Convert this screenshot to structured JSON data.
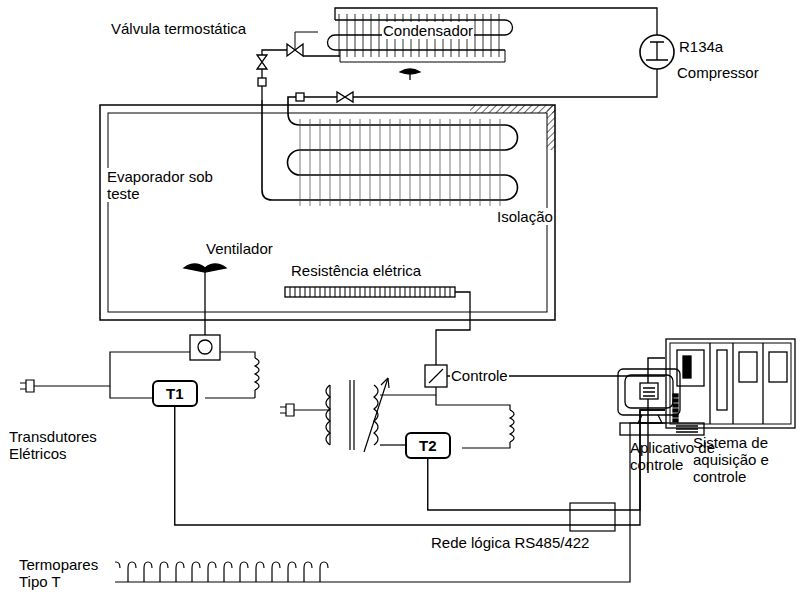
{
  "diagram": {
    "nodes": [
      {
        "text": [
          "T1"
        ]
      },
      {
        "text": [
          "T2"
        ]
      },
      {
        "text": [
          "Sistema de aquisição e controle"
        ]
      },
      {
        "text": [
          "Aplicativo de controle"
        ]
      }
    ],
    "edges": [
      {
        "from": 0,
        "to": 2,
        "arrow": "none"
      },
      {
        "from": 1,
        "to": 2,
        "arrow": "none"
      },
      {
        "from": 3,
        "to": 2,
        "arrow": "none"
      }
    ],
    "labels": [
      "Válvula termostática",
      "Condensador",
      "R134a",
      "Compressor",
      "Evaporador sob teste",
      "Isolação",
      "Ventilador",
      "Resistência elétrica",
      "Controle",
      "Transdutores Elétricos",
      "Rede lógica RS485/422",
      "Termopares Tipo T"
    ]
  }
}
